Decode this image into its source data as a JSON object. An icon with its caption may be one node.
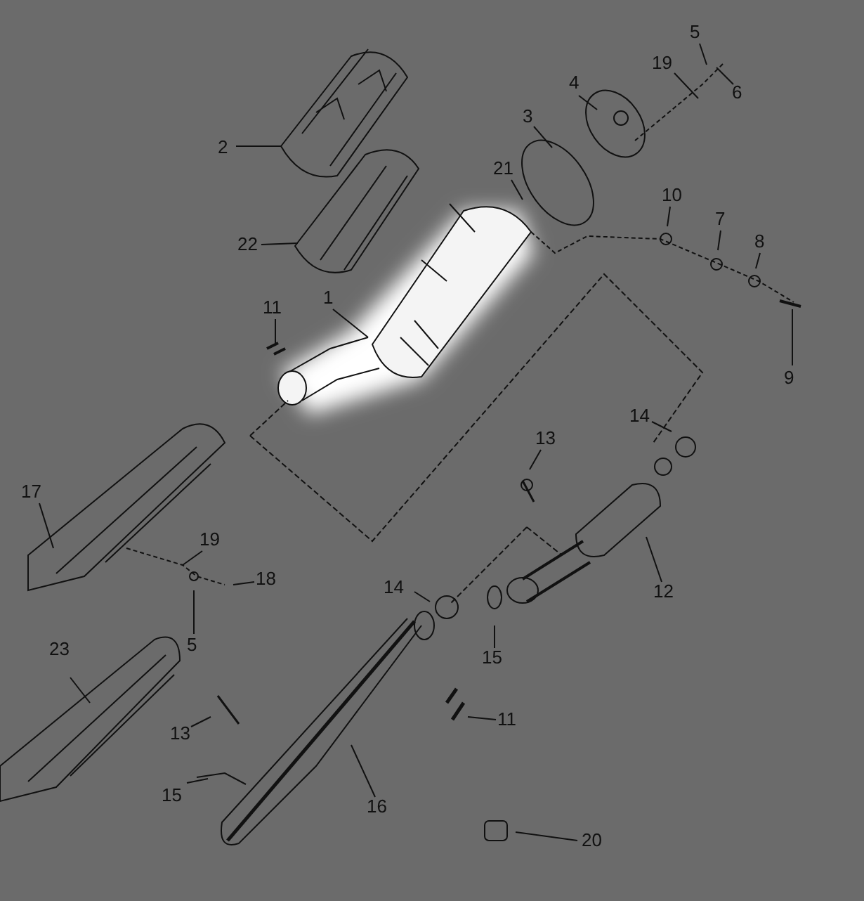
{
  "diagram": {
    "nodes": [
      {
        "text": [
          "2"
        ]
      },
      {
        "text": [
          "3"
        ]
      },
      {
        "text": [
          "4"
        ]
      },
      {
        "text": [
          "19"
        ]
      },
      {
        "text": [
          "5"
        ]
      },
      {
        "text": [
          "6"
        ]
      },
      {
        "text": [
          "21"
        ]
      },
      {
        "text": [
          "22"
        ]
      },
      {
        "text": [
          "10"
        ]
      },
      {
        "text": [
          "7"
        ]
      },
      {
        "text": [
          "8"
        ]
      },
      {
        "text": [
          "11"
        ]
      },
      {
        "text": [
          "1"
        ]
      },
      {
        "text": [
          "9"
        ]
      },
      {
        "text": [
          "14"
        ]
      },
      {
        "text": [
          "13"
        ]
      },
      {
        "text": [
          "17"
        ]
      },
      {
        "text": [
          "19"
        ]
      },
      {
        "text": [
          "18"
        ]
      },
      {
        "text": [
          "5"
        ]
      },
      {
        "text": [
          "12"
        ]
      },
      {
        "text": [
          "14"
        ]
      },
      {
        "text": [
          "15"
        ]
      },
      {
        "text": [
          "23"
        ]
      },
      {
        "text": [
          "11"
        ]
      },
      {
        "text": [
          "13"
        ]
      },
      {
        "text": [
          "15"
        ]
      },
      {
        "text": [
          "16"
        ]
      },
      {
        "text": [
          "20"
        ]
      }
    ],
    "edges": [
      {
        "from": 0,
        "to": null,
        "arrow": "none"
      },
      {
        "from": 1,
        "to": null,
        "arrow": "none"
      },
      {
        "from": 2,
        "to": null,
        "arrow": "none"
      },
      {
        "from": 3,
        "to": null,
        "arrow": "none"
      },
      {
        "from": 4,
        "to": null,
        "arrow": "none"
      },
      {
        "from": 5,
        "to": null,
        "arrow": "none"
      },
      {
        "from": 6,
        "to": null,
        "arrow": "none"
      },
      {
        "from": 7,
        "to": null,
        "arrow": "none"
      },
      {
        "from": 8,
        "to": null,
        "arrow": "none"
      },
      {
        "from": 9,
        "to": null,
        "arrow": "none"
      },
      {
        "from": 10,
        "to": null,
        "arrow": "none"
      },
      {
        "from": 11,
        "to": null,
        "arrow": "none"
      },
      {
        "from": 12,
        "to": null,
        "arrow": "none"
      },
      {
        "from": 13,
        "to": null,
        "arrow": "none"
      },
      {
        "from": 14,
        "to": null,
        "arrow": "none"
      },
      {
        "from": 15,
        "to": null,
        "arrow": "none"
      },
      {
        "from": 16,
        "to": null,
        "arrow": "none"
      },
      {
        "from": 17,
        "to": null,
        "arrow": "none"
      },
      {
        "from": 18,
        "to": null,
        "arrow": "none"
      },
      {
        "from": 19,
        "to": null,
        "arrow": "none"
      },
      {
        "from": 20,
        "to": null,
        "arrow": "none"
      },
      {
        "from": 21,
        "to": null,
        "arrow": "none"
      },
      {
        "from": 22,
        "to": null,
        "arrow": "none"
      },
      {
        "from": 23,
        "to": null,
        "arrow": "none"
      },
      {
        "from": 24,
        "to": null,
        "arrow": "none"
      },
      {
        "from": 25,
        "to": null,
        "arrow": "none"
      },
      {
        "from": 26,
        "to": null,
        "arrow": "none"
      },
      {
        "from": 27,
        "to": null,
        "arrow": "none"
      },
      {
        "from": 28,
        "to": null,
        "arrow": "none"
      }
    ]
  }
}
